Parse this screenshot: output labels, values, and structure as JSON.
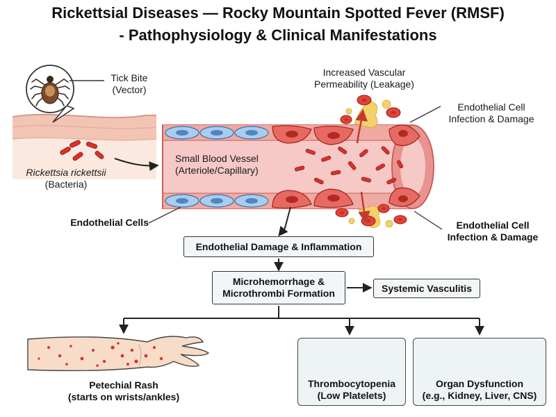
{
  "title": {
    "line1": "Rickettsial Diseases — Rocky Mountain Spotted Fever (RMSF)",
    "line2": "- Pathophysiology & Clinical Manifestations"
  },
  "labels": {
    "tick_line1": "Tick Bite",
    "tick_line2": "(Vector)",
    "bacteria_line1": "Rickettsia rickettsii",
    "bacteria_line2": "(Bacteria)",
    "vessel_line1": "Small Blood Vessel",
    "vessel_line2": "(Arteriole/Capillary)",
    "permeability_line1": "Increased Vascular",
    "permeability_line2": "Permeability (Leakage)",
    "infection_top_line1": "Endothelial Cell",
    "infection_top_line2": "Infection & Damage",
    "infection_bottom_line1": "Endothelial Cell",
    "infection_bottom_line2": "Infection & Damage",
    "endothelial_cells": "Endothelial Cells"
  },
  "flow": {
    "damage": "Endothelial Damage & Inflammation",
    "micro_line1": "Microhemorrhage &",
    "micro_line2": "Microthrombi Formation",
    "vasculitis": "Systemic Vasculitis"
  },
  "outcomes": {
    "rash_line1": "Petechial Rash",
    "rash_line2": "(starts on wrists/ankles)",
    "thrombo_line1": "Thrombocytopenia",
    "thrombo_line2": "(Low Platelets)",
    "organ_line1": "Organ Dysfunction",
    "organ_line2": "(e.g., Kidney, Liver, CNS)"
  },
  "colors": {
    "vessel_fill": "#f6c9c6",
    "vessel_wall": "#e8938f",
    "endothelial_cell": "#5b9bd5",
    "infected_cell": "#e0524a",
    "bacteria": "#d9312b",
    "rbc": "#e23b33",
    "leak": "#f2d36b",
    "skin": "#f7dcc8",
    "box_fill": "#f3f6f8",
    "panel_fill": "#eef3f6"
  }
}
